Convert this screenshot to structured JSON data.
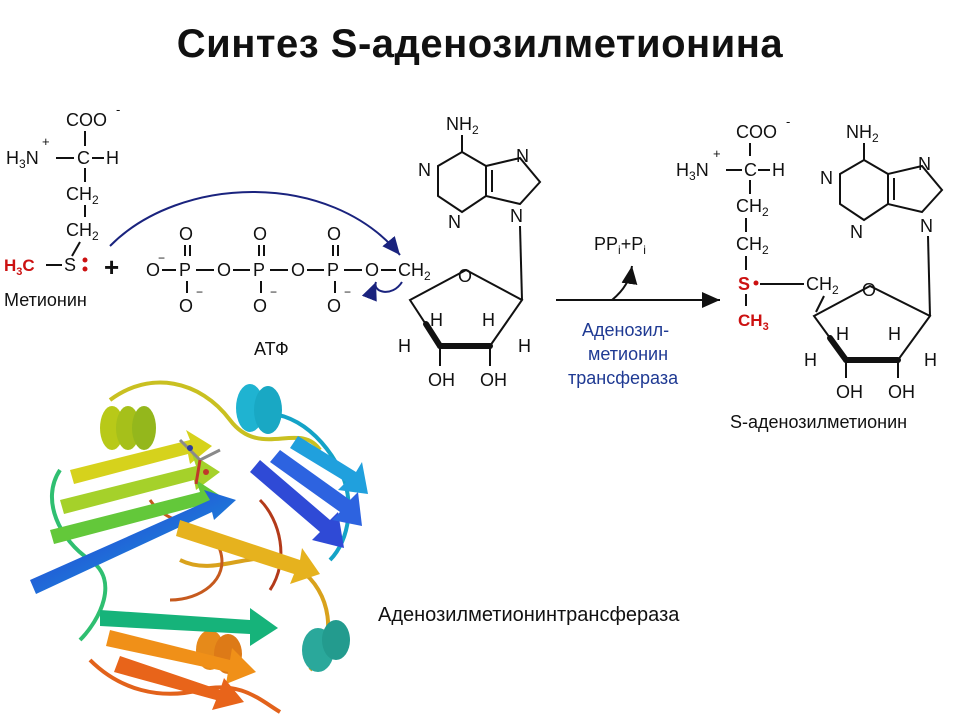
{
  "title": "Синтез S-аденозилметионина",
  "methionine": {
    "coo": "COO",
    "charge_minus": "-",
    "h3n": "H3N",
    "charge_plus": "+",
    "c": "C",
    "h": "H",
    "ch2": "CH2",
    "s": "S",
    "h3c": "H3C",
    "name": "Метионин"
  },
  "plus_sign": "+",
  "atp": {
    "o": "O",
    "p": "P",
    "ch2": "CH2",
    "minus": "−",
    "name": "АТФ"
  },
  "adenine": {
    "nh2": "NH2",
    "n": "N"
  },
  "ribose": {
    "o": "O",
    "h": "H",
    "oh": "OH"
  },
  "reaction": {
    "byproduct": "PPi+Pi",
    "enzyme_line1": "Аденозил-",
    "enzyme_line2": "метионин",
    "enzyme_line3": "трансфераза"
  },
  "product": {
    "s": "S",
    "ch3": "CH3",
    "ch2": "CH2",
    "name": "S-аденозилметионин"
  },
  "protein_label": "Аденозилметионинтрансфераза",
  "colors": {
    "text": "#111111",
    "methyl": "#cc1111",
    "enzyme_text": "#1f3a93",
    "attack_arrow": "#1a237e"
  }
}
